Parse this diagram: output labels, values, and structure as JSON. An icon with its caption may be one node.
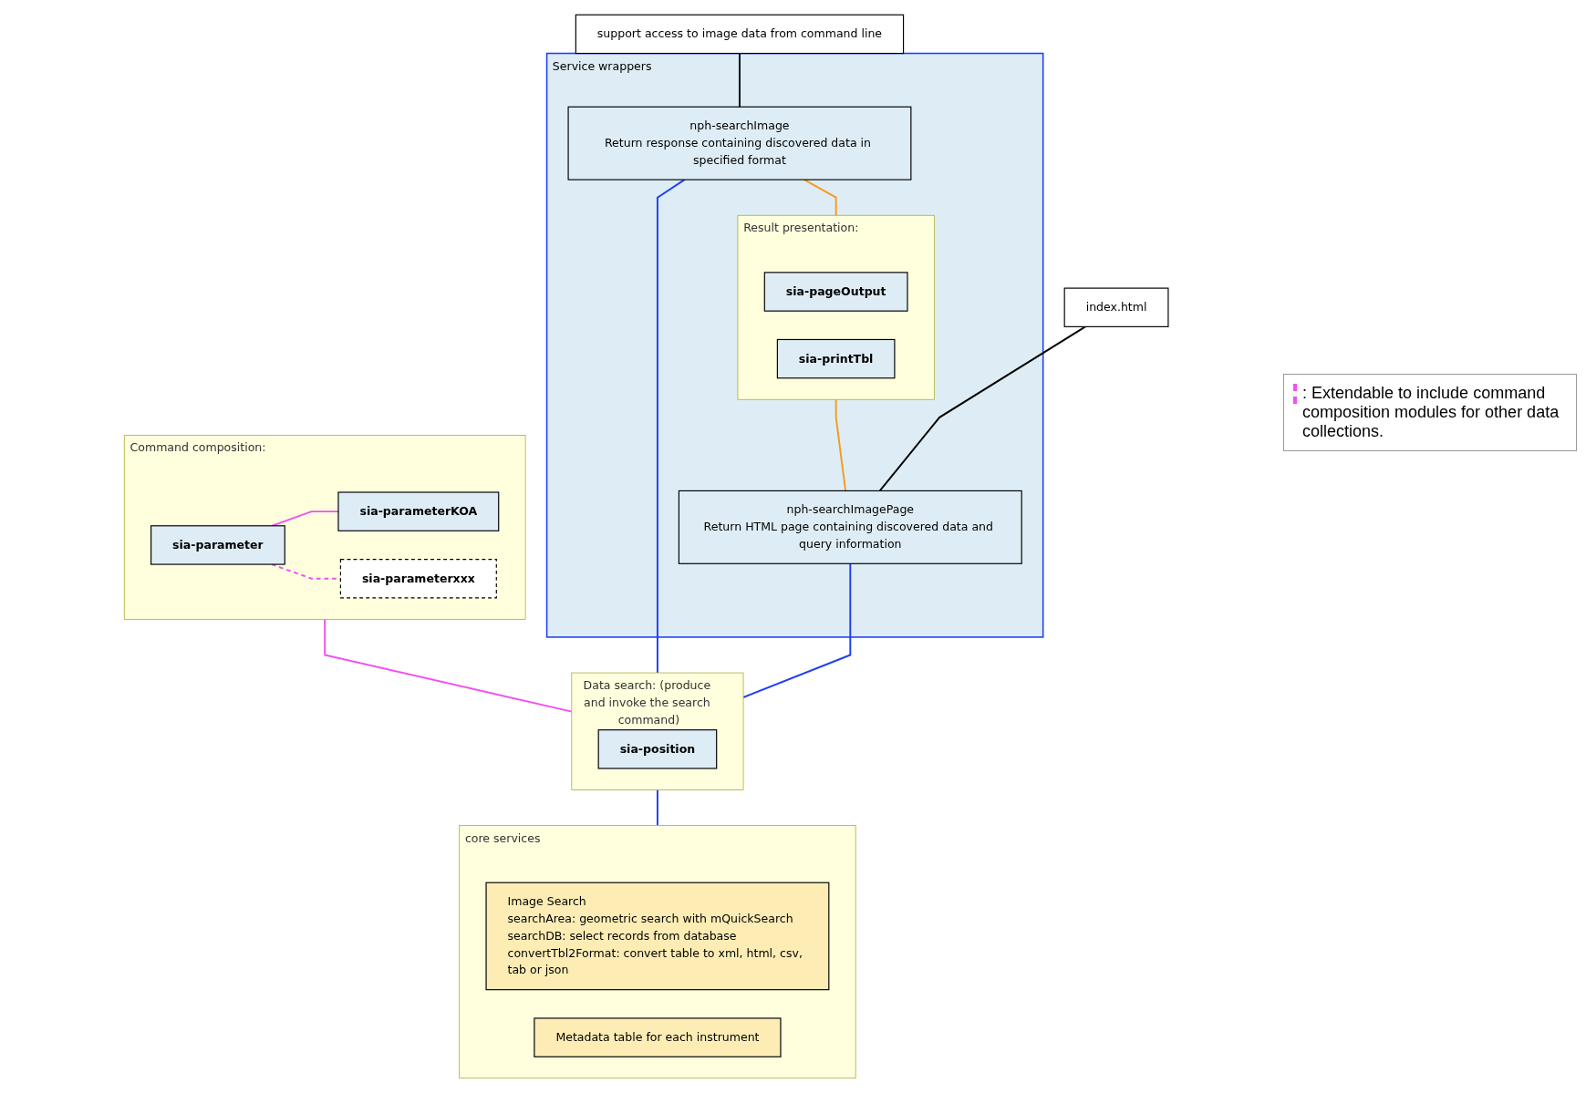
{
  "diagram": {
    "nodes": [
      {
        "text": [
          "support access to image data from command line"
        ]
      },
      {
        "text": [
          "index.html"
        ]
      },
      {
        "text": [
          "Service wrappers"
        ]
      },
      {
        "text": [
          "nph-searchImage",
          "Return response containing discovered data in specified format"
        ],
        "in": 2
      },
      {
        "text": [
          "Result presentation:"
        ],
        "in": 2
      },
      {
        "text": [
          "sia-pageOutput"
        ],
        "in": 4
      },
      {
        "text": [
          "sia-printTbl"
        ],
        "in": 4
      },
      {
        "text": [
          "nph-searchImagePage",
          "Return HTML page containing discovered data and query information"
        ],
        "in": 2
      },
      {
        "text": [
          "Command composition:"
        ]
      },
      {
        "text": [
          "sia-parameter"
        ],
        "in": 8
      },
      {
        "text": [
          "sia-parameterKOA"
        ],
        "in": 8
      },
      {
        "text": [
          "sia-parameterxxx"
        ],
        "in": 8
      },
      {
        "text": [
          "Data search: (produce and invoke the search command)"
        ]
      },
      {
        "text": [
          "sia-position"
        ],
        "in": 12
      },
      {
        "text": [
          "core services"
        ]
      },
      {
        "text": [
          "Image Search",
          "searchArea: geometric search with mQuickSearch",
          "searchDB: select records from database",
          "convertTbl2Format: convert table to xml, html, csv, tab or json"
        ],
        "in": 14
      },
      {
        "text": [
          "Metadata table  for each instrument"
        ],
        "in": 14
      }
    ],
    "edges": [
      {
        "from": 0,
        "to": 3,
        "arrow": "none",
        "color": "#000000"
      },
      {
        "from": 1,
        "to": 7,
        "arrow": "none",
        "color": "#000000"
      },
      {
        "from": 3,
        "to": 4,
        "arrow": "none",
        "color": "#f39c1f"
      },
      {
        "from": 4,
        "to": 7,
        "arrow": "none",
        "color": "#f39c1f"
      },
      {
        "from": 3,
        "to": 12,
        "arrow": "none",
        "color": "#1f3ff5"
      },
      {
        "from": 7,
        "to": 12,
        "arrow": "none",
        "color": "#1f3ff5"
      },
      {
        "from": 8,
        "to": 12,
        "arrow": "none",
        "color": "#f050f0"
      },
      {
        "from": 9,
        "to": 10,
        "arrow": "none",
        "color": "#f050f0"
      },
      {
        "from": 9,
        "to": 11,
        "arrow": "none",
        "style": "dashed",
        "color": "#f050f0"
      },
      {
        "from": 12,
        "to": 14,
        "arrow": "none",
        "color": "#1f3ff5"
      }
    ],
    "legend": [
      {
        "text": ": Extendable to include command composition modules for other data collections."
      }
    ]
  }
}
